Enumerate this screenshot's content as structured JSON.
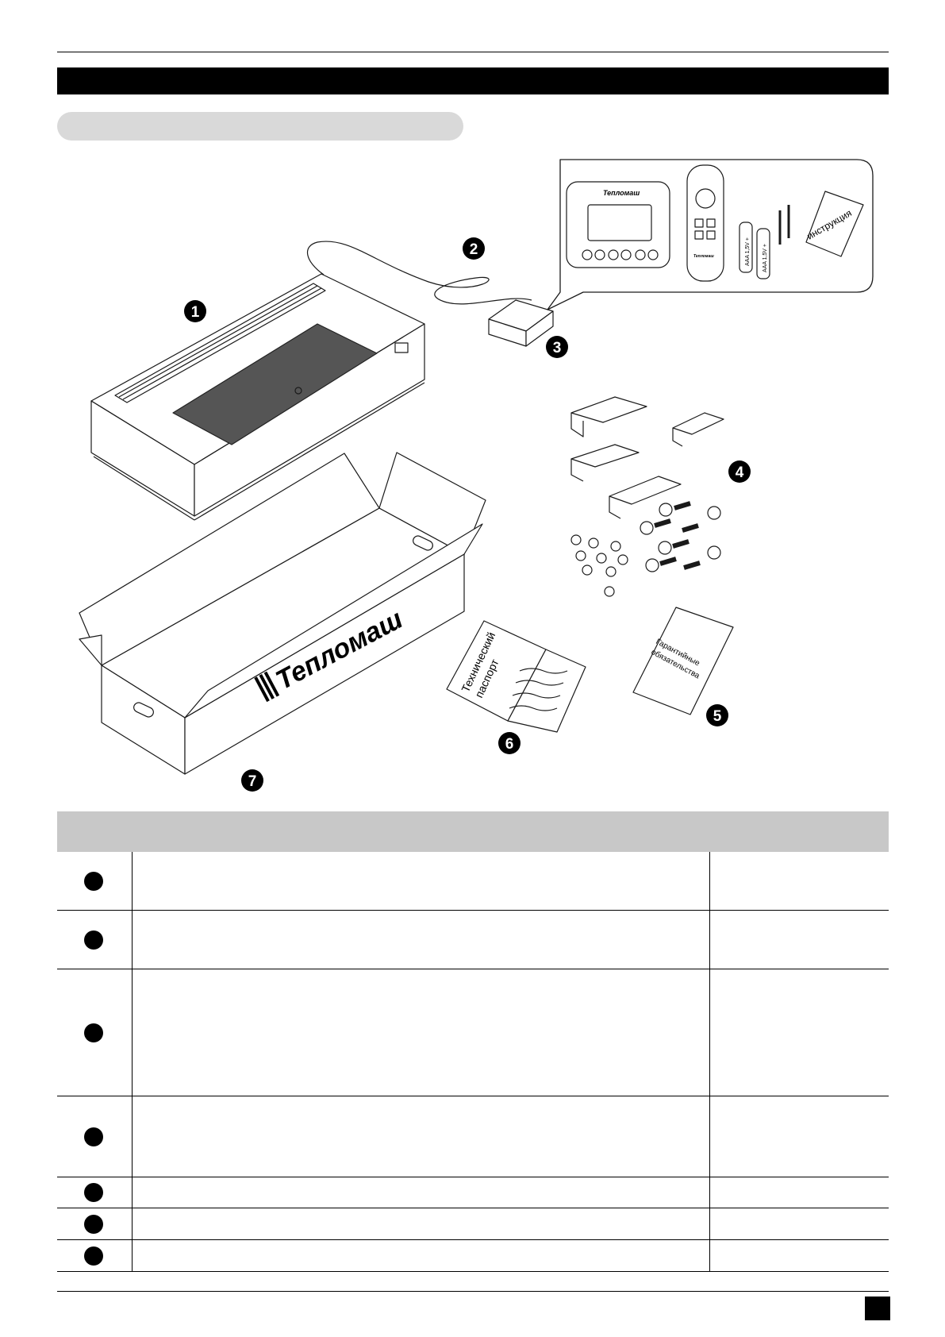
{
  "illustration": {
    "brand_name": "Тепломаш",
    "callouts": [
      "1",
      "2",
      "3",
      "4",
      "5",
      "6",
      "7"
    ],
    "passport_text": "Технический паспорт",
    "passport_line1": "Технический",
    "passport_line2": "паспорт",
    "warranty_text": "Гарантийные обязательства",
    "warranty_line1": "Гарантийные",
    "warranty_line2": "обязательства",
    "instruction_text": "инструкция",
    "battery_label_1": "AAA 1,5V +",
    "battery_label_2": "AAA 1,5V +"
  },
  "table": {
    "rows": [
      {
        "marker": "filled-circle"
      },
      {
        "marker": "filled-circle"
      },
      {
        "marker": "filled-circle"
      },
      {
        "marker": "filled-circle"
      },
      {
        "marker": "filled-circle"
      },
      {
        "marker": "filled-circle"
      },
      {
        "marker": "filled-circle"
      }
    ]
  },
  "colors": {
    "title_bar": "#000000",
    "section_pill": "#d9d9d9",
    "table_header": "#c8c8c8",
    "line_art": "#1a1a1a"
  },
  "icons": [
    "callout-number-icon",
    "filled-circle-icon",
    "page-number-box"
  ]
}
